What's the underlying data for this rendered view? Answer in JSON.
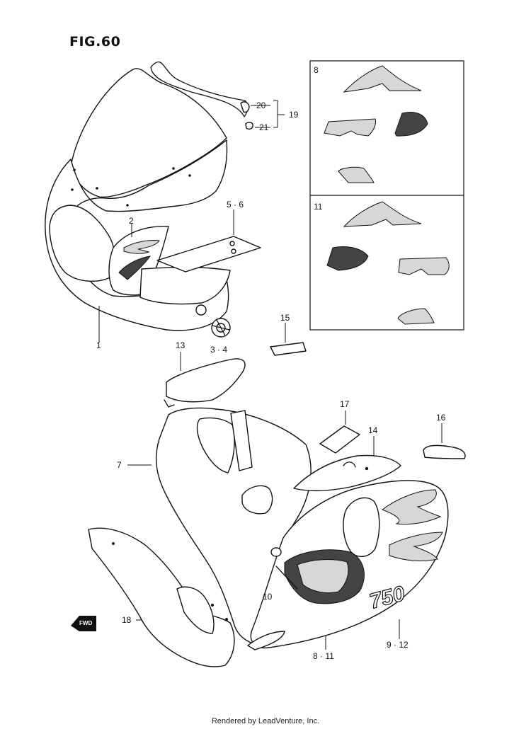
{
  "figure": {
    "title": "FIG.60"
  },
  "footer": {
    "text": "Rendered by LeadVenture, Inc."
  },
  "callouts": {
    "c1": "1",
    "c2": "2",
    "c3_4": "3 · 4",
    "c5_6": "5 · 6",
    "c7": "7",
    "c8_box": "8",
    "c8_11": "8 · 11",
    "c9_12": "9 · 12",
    "c10": "10",
    "c11_box": "11",
    "c13": "13",
    "c14": "14",
    "c15": "15",
    "c16": "16",
    "c17": "17",
    "c18": "18",
    "c19": "19",
    "c20": "20",
    "c21": "21"
  },
  "labels": {
    "fwd": "FWD",
    "fairing_text": "750"
  }
}
